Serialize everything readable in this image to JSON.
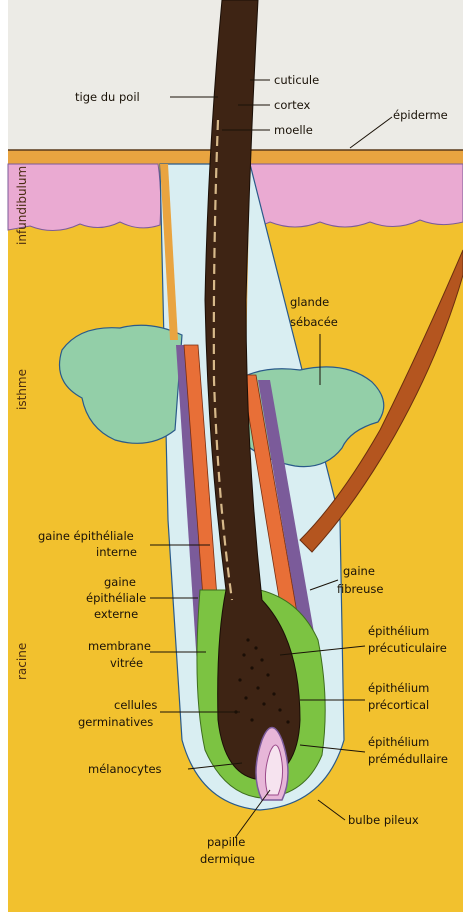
{
  "diagram": {
    "side_labels": {
      "infundibulum": "infundibulum",
      "isthme": "isthme",
      "racine": "racine"
    },
    "labels": {
      "cuticule": "cuticule",
      "tige_du_poil": "tige du poil",
      "cortex": "cortex",
      "moelle": "moelle",
      "epiderme": "épiderme",
      "glande": "glande",
      "sebacee": "sébacée",
      "gaine_ep_int_1": "gaine épithéliale",
      "gaine_ep_int_2": "interne",
      "gaine_ep_ext_1": "gaine",
      "gaine_ep_ext_2": "épithéliale",
      "gaine_ep_ext_3": "externe",
      "gaine_fibreuse_1": "gaine",
      "gaine_fibreuse_2": "fibreuse",
      "membrane_1": "membrane",
      "membrane_2": "vitrée",
      "ep_precut_1": "épithélium",
      "ep_precut_2": "précuticulaire",
      "cellules_1": "cellules",
      "cellules_2": "germinatives",
      "ep_precort_1": "épithélium",
      "ep_precort_2": "précortical",
      "melanocytes": "mélanocytes",
      "ep_premed_1": "épithélium",
      "ep_premed_2": "prémédullaire",
      "bulbe": "bulbe pileux",
      "papille_1": "papille",
      "papille_2": "dermique"
    },
    "colors": {
      "epidermis_top": "#ecebe6",
      "skin_orange": "#e9a440",
      "dermis_yellow": "#f2c12e",
      "infundibulum_pink": "#eaaad2",
      "sebaceous_green": "#93cfa8",
      "hair_brown": "#3e2414",
      "outer_sheath_orange": "#e86f37",
      "purple_sheath": "#7b5b9a",
      "glassy_membrane": "#d9eef2",
      "bulb_green": "#7cc342",
      "papilla_pink": "#e7b6d8",
      "muscle_brown": "#b4551f"
    }
  }
}
